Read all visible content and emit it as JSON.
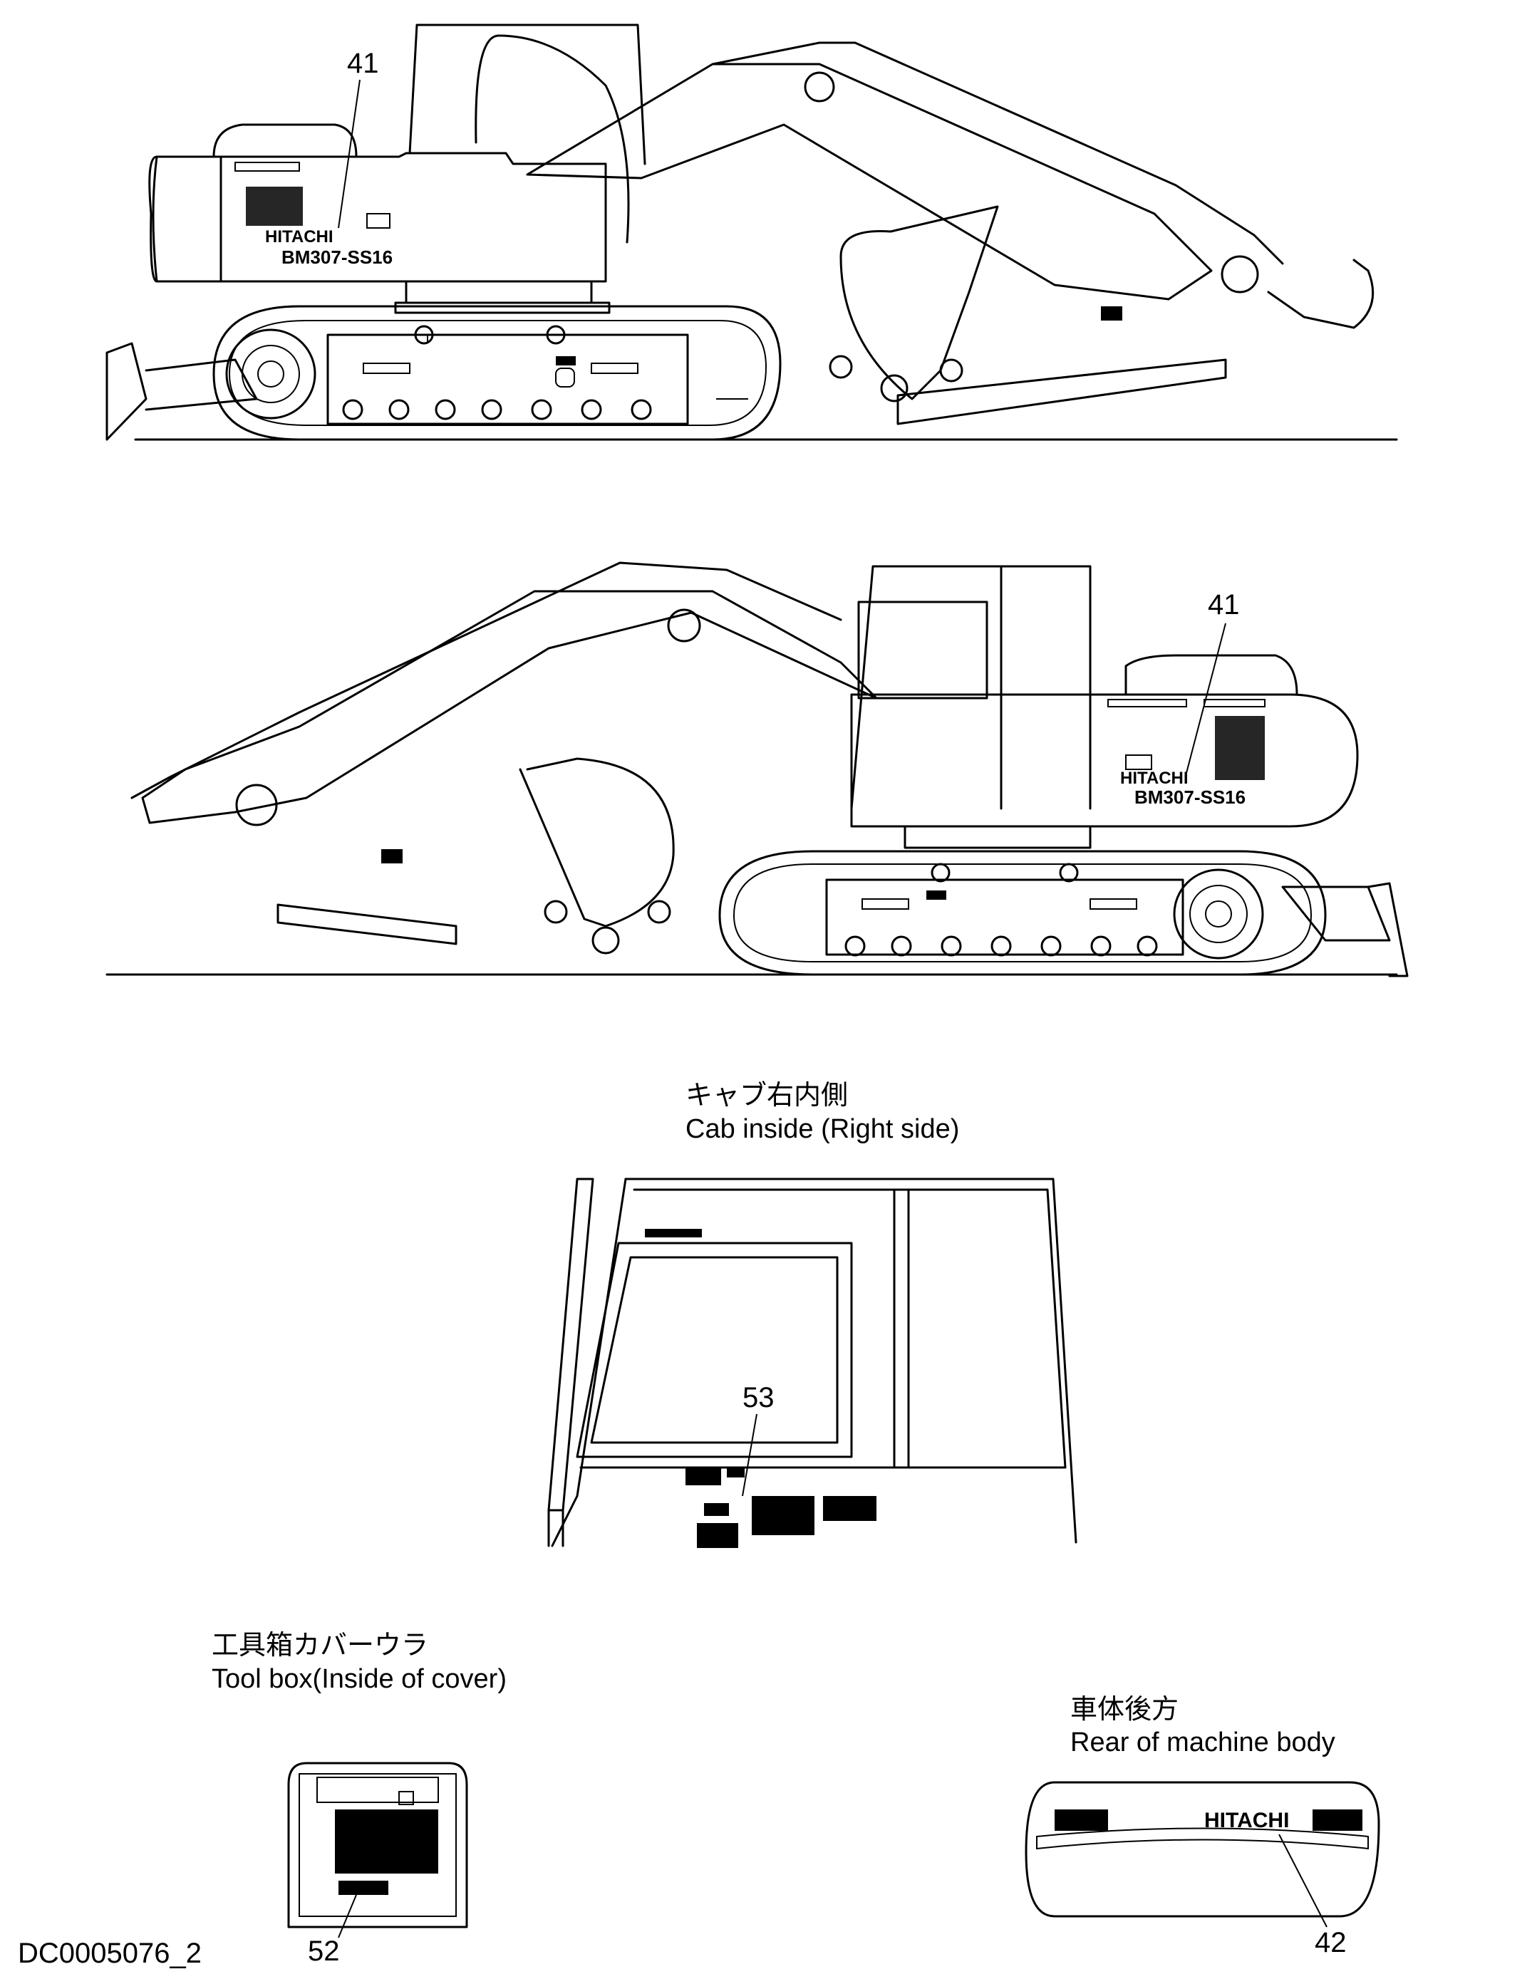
{
  "drawing_code": "DC0005076_2",
  "left_view": {
    "callout": "41",
    "side_brand": "HITACHI",
    "side_model": "BM307-SS16"
  },
  "right_view": {
    "callout": "41",
    "side_brand": "HITACHI",
    "side_model": "BM307-SS16"
  },
  "cab_inside": {
    "title_jp": "キャブ右内側",
    "title_en": "Cab inside (Right side)",
    "callout": "53"
  },
  "tool_box": {
    "title_jp": "工具箱カバーウラ",
    "title_en": "Tool box(Inside of cover)",
    "callout": "52"
  },
  "rear_body": {
    "title_jp": "車体後方",
    "title_en": "Rear of machine body",
    "brand": "HITACHI",
    "callout": "42"
  }
}
